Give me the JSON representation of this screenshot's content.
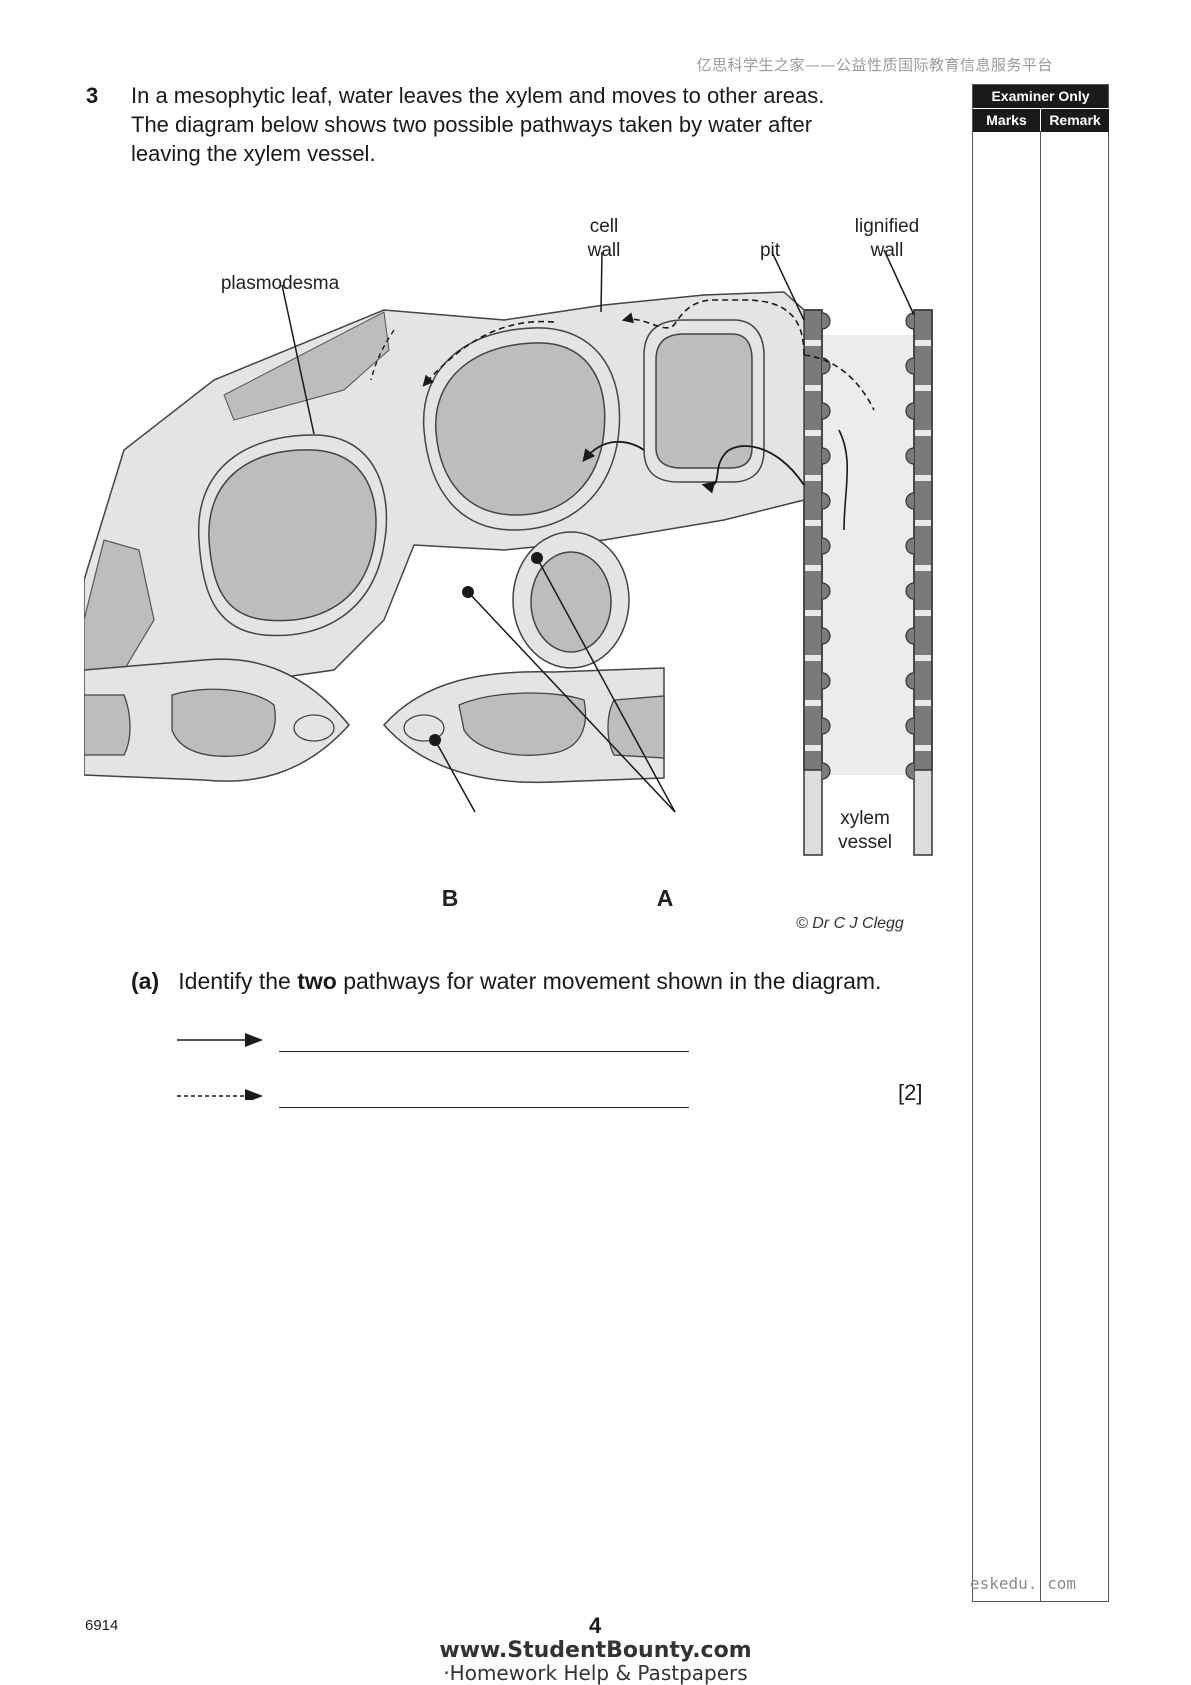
{
  "header": {
    "watermark": "亿思科学生之家——公益性质国际教育信息服务平台"
  },
  "question": {
    "number": "3",
    "stem_line1": "In a mesophytic leaf, water leaves the xylem and moves to other areas.",
    "stem_line2": "The diagram below shows two possible pathways taken by water after",
    "stem_line3": "leaving the xylem vessel."
  },
  "diagram": {
    "labels": {
      "cell_wall_1": "cell",
      "cell_wall_2": "wall",
      "pit": "pit",
      "lignified_1": "lignified",
      "lignified_2": "wall",
      "plasmodesma": "plasmodesma",
      "xylem_1": "xylem",
      "xylem_2": "vessel",
      "label_b": "B",
      "label_a": "A"
    },
    "credit": "© Dr C J Clegg"
  },
  "part_a": {
    "label": "(a)",
    "text_before": "Identify the ",
    "text_bold": "two",
    "text_after": " pathways for water movement shown in the diagram.",
    "marks": "[2]"
  },
  "examiner": {
    "header": "Examiner Only",
    "marks": "Marks",
    "remark": "Remark",
    "side_watermark": "eskedu. com"
  },
  "footer": {
    "code": "6914",
    "page": "4",
    "brand": "www.StudentBounty.com",
    "brand_sub": "·Homework Help & Pastpapers"
  },
  "colors": {
    "cell_dark": "#bdbdbd",
    "cell_wall": "#e4e4e4",
    "lignin": "#7a7a7a",
    "xylem_fill": "#ececec",
    "ink": "#1a1a1a"
  }
}
